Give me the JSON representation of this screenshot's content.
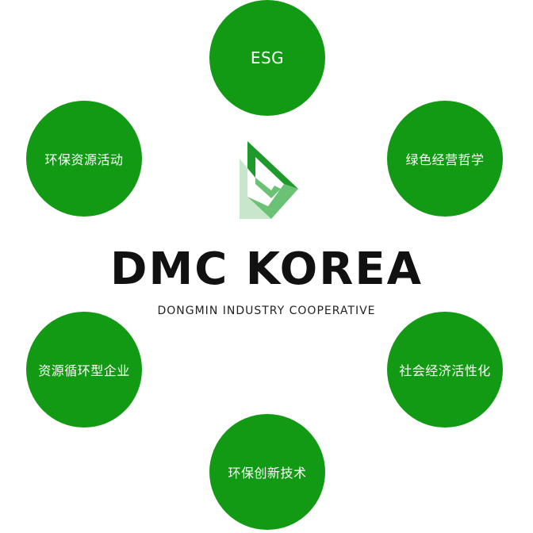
{
  "brand": {
    "title": "DMC KOREA",
    "subtitle": "DONGMIN INDUSTRY COOPERATIVE"
  },
  "nodes": {
    "top": "ESG",
    "top_right": "绿色经营哲学",
    "bottom_right": "社会经济活性化",
    "bottom": "环保创新技术",
    "bottom_left": "资源循环型企业",
    "top_left": "环保资源活动"
  },
  "colors": {
    "circle": "#139a14",
    "logo_dark": "#1e9a2a",
    "logo_mid": "#6cc274",
    "logo_light": "#c8e6cb",
    "text_dark": "#111111"
  }
}
